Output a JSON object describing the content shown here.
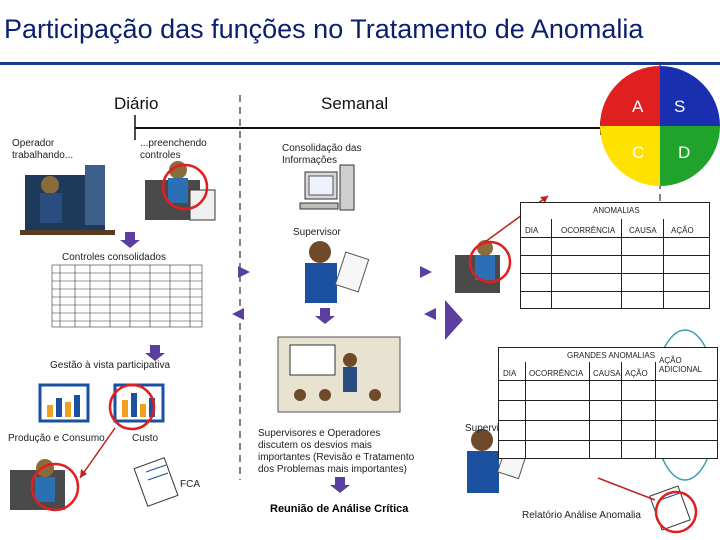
{
  "title": "Participação das funções no Tratamento de Anomalia",
  "headers": {
    "daily": "Diário",
    "weekly": "Semanal"
  },
  "asdc": {
    "a": "A",
    "s": "S",
    "c": "C",
    "d": "D",
    "colors": {
      "a": "#e02020",
      "s": "#1a2fb0",
      "c": "#ffe100",
      "d": "#1fa32a"
    }
  },
  "labels": {
    "operator": "Operador trabalhando...",
    "filling": "...preenchendo controles",
    "consolidation": "Consolidação das Informações",
    "supervisor_1": "Supervisor",
    "controls": "Controles consolidados",
    "visual_mgmt": "Gestão à vista participativa",
    "production": "Produção e Consumo",
    "cost": "Custo",
    "fca": "FCA",
    "discussion": "Supervisores e Operadores discutem os desvios mais importantes (Revisão e Tratamento dos Problemas mais importantes)",
    "meeting": "Reunião de Análise Crítica",
    "supervisor_2": "Supervisor",
    "report": "Relatório Análise Anomalia"
  },
  "table_anomalias": {
    "title": "ANOMALIAS",
    "columns": [
      "DIA",
      "OCORRÊNCIA",
      "CAUSA",
      "AÇÃO"
    ]
  },
  "table_grandes": {
    "title": "GRANDES ANOMALIAS",
    "columns": [
      "DIA",
      "OCORRÊNCIA",
      "CAUSA",
      "AÇÃO",
      "AÇÃO ADICIONAL"
    ]
  }
}
